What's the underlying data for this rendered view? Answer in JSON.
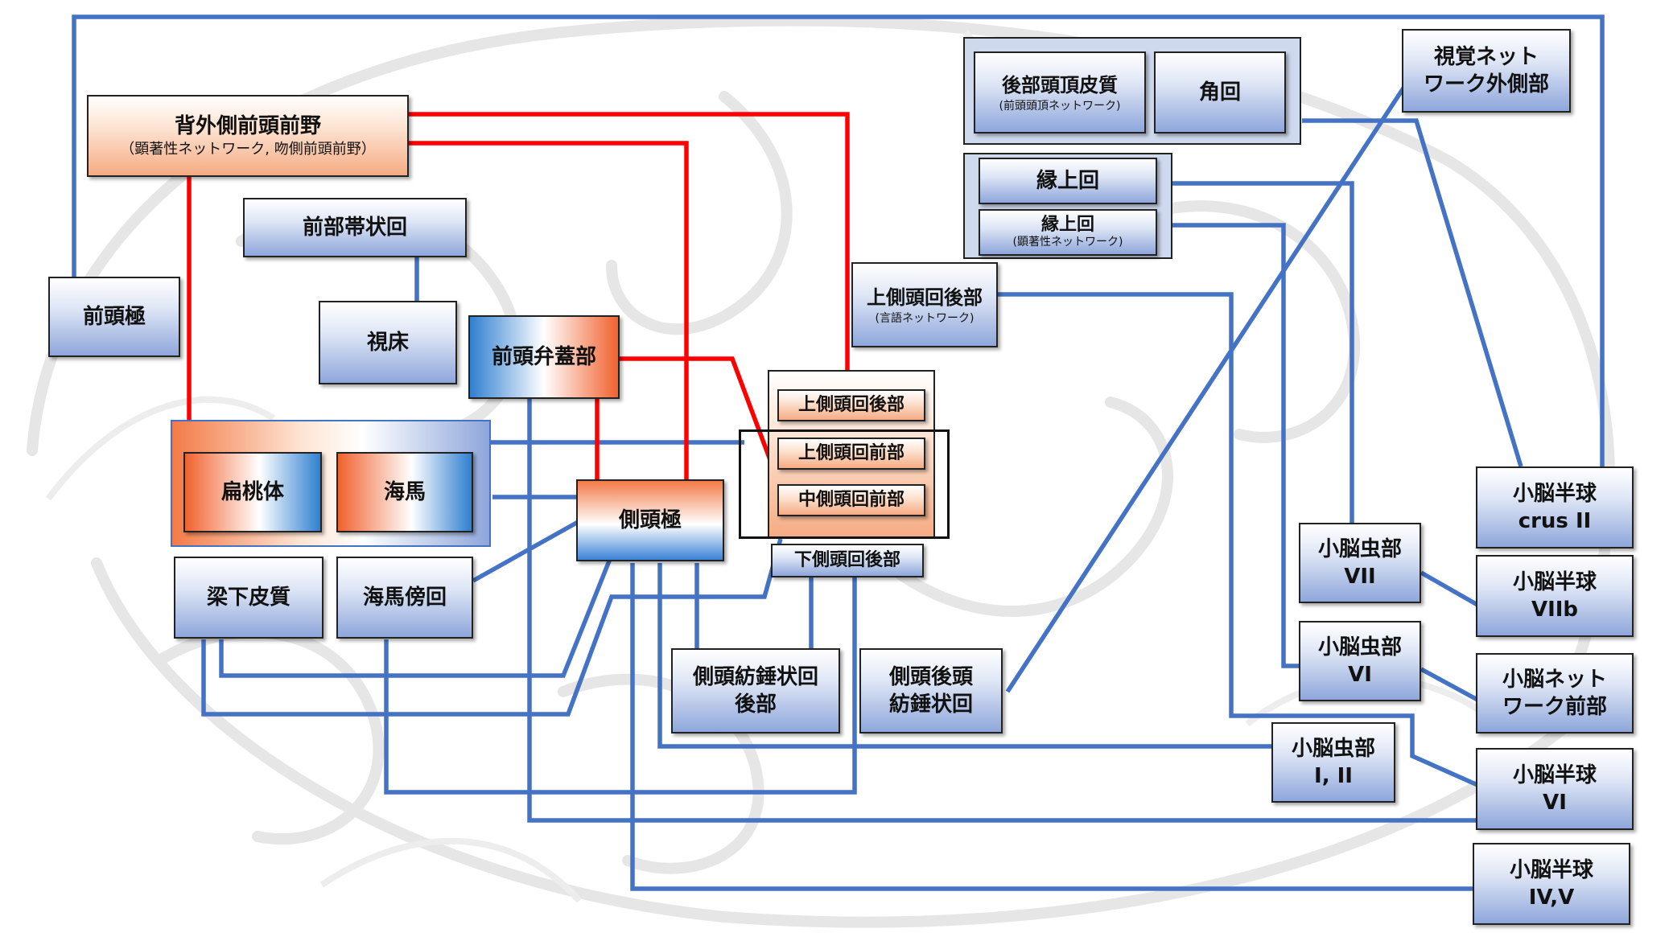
{
  "colors": {
    "blue_line": "#4472c4",
    "red_line": "#ff0000",
    "node_border": "#222222"
  },
  "nodes": {
    "dlpfc": {
      "title": "背外側前頭前野",
      "sub": "（顕著性ネットワーク, 吻側前頭前野）"
    },
    "acc": {
      "title": "前部帯状回"
    },
    "frontal_pole": {
      "title": "前頭極"
    },
    "thalamus": {
      "title": "視床"
    },
    "frontal_operculum": {
      "title": "前頭弁蓋部"
    },
    "amygdala": {
      "title": "扁桃体"
    },
    "hippocampus": {
      "title": "海馬"
    },
    "temporal_pole": {
      "title": "側頭極"
    },
    "subcallosal": {
      "title": "梁下皮質"
    },
    "parahippocampal": {
      "title": "海馬傍回"
    },
    "stg_posterior_upper": {
      "title": "上側頭回後部"
    },
    "stg_anterior": {
      "title": "上側頭回前部"
    },
    "mtg_anterior": {
      "title": "中側頭回前部"
    },
    "itg_posterior": {
      "title": "下側頭回後部"
    },
    "fusiform_posterior": {
      "line1": "側頭紡錘状回",
      "line2": "後部"
    },
    "fusiform_temporooccipital": {
      "line1": "側頭後頭",
      "line2": "紡錘状回"
    },
    "stg_posterior_lang": {
      "title": "上側頭回後部",
      "sub": "(言語ネットワーク)"
    },
    "posterior_parietal": {
      "title": "後部頭頂皮質",
      "sub": "(前頭頭頂ネットワーク)"
    },
    "angular": {
      "title": "角回"
    },
    "supramarginal_1": {
      "title": "縁上回"
    },
    "supramarginal_2": {
      "title": "縁上回",
      "sub": "(顕著性ネットワーク)"
    },
    "extrastriate_visual": {
      "line1": "視覚ネット",
      "line2": "ワーク外側部"
    },
    "crus2": {
      "line1": "小脳半球",
      "line2": "crus II"
    },
    "viib": {
      "line1": "小脳半球",
      "line2": "VIIb"
    },
    "vermis7": {
      "line1": "小脳虫部",
      "line2": "VII"
    },
    "vermis6": {
      "line1": "小脳虫部",
      "line2": "VI"
    },
    "cereb_net_ant": {
      "line1": "小脳ネット",
      "line2": "ワーク前部"
    },
    "vermis12": {
      "line1": "小脳虫部",
      "line2": "I, II"
    },
    "hemi6": {
      "line1": "小脳半球",
      "line2": "VI"
    },
    "hemi45": {
      "line1": "小脳半球",
      "line2": "IV,V"
    }
  }
}
